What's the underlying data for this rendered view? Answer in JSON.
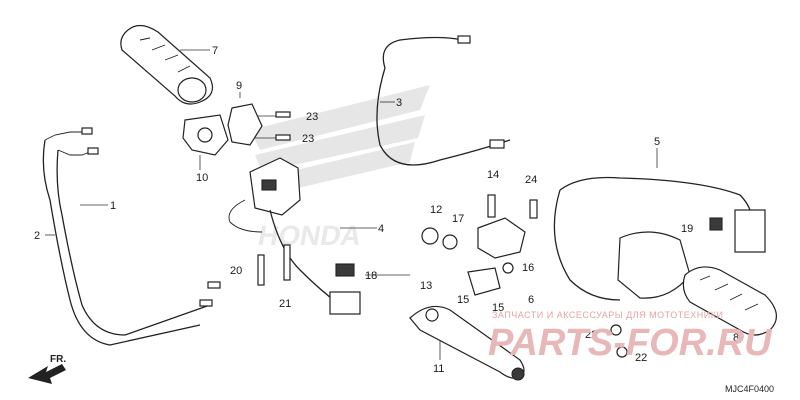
{
  "diagram": {
    "callouts": [
      "1",
      "2",
      "3",
      "4",
      "5",
      "6",
      "7",
      "8",
      "9",
      "10",
      "11",
      "12",
      "13",
      "14",
      "15",
      "15",
      "16",
      "17",
      "18",
      "19",
      "20",
      "21",
      "22",
      "22",
      "23",
      "23",
      "24"
    ],
    "direction_label": "FR.",
    "drawing_code": "MJC4F0400",
    "watermark_text": "ЗАПЧАСТИ И АКСЕССУАРЫ ДЛЯ МОТОТЕХНИКИ",
    "watermark_logo": "PARTS-FOR.RU",
    "colors": {
      "line": "#222222",
      "watermark": "#e4a3a3",
      "brand_logo": "#d9d9d9"
    }
  }
}
